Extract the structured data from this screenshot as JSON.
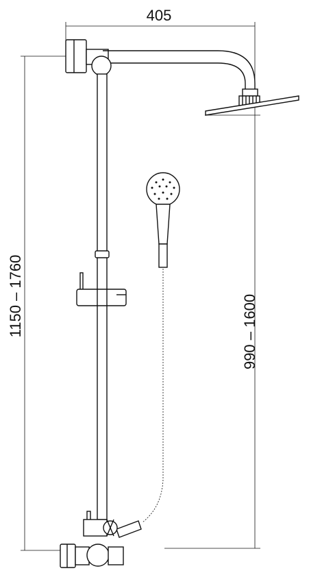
{
  "dimensions": {
    "width_label": "405",
    "left_height_label": "1150  –  1760",
    "right_height_label": "990  –  1600"
  }
}
